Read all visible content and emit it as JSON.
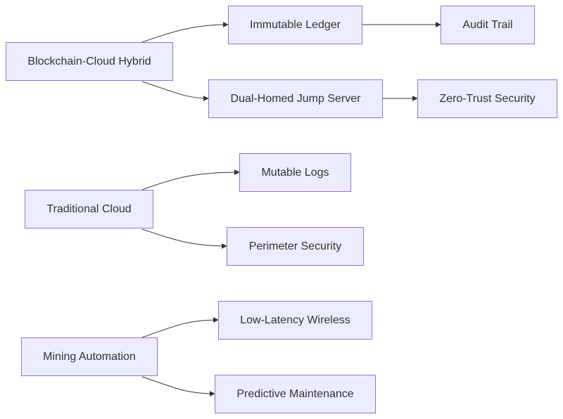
{
  "diagram": {
    "type": "flowchart",
    "direction": "left-to-right",
    "colors": {
      "node_fill": "#ececff",
      "node_border": "#9370db",
      "text": "#333333",
      "edge": "#333333"
    },
    "nodes": {
      "blockchain_cloud_hybrid": "Blockchain-Cloud Hybrid",
      "immutable_ledger": "Immutable Ledger",
      "audit_trail": "Audit Trail",
      "dual_homed_jump_server": "Dual-Homed Jump Server",
      "zero_trust_security": "Zero-Trust Security",
      "traditional_cloud": "Traditional Cloud",
      "mutable_logs": "Mutable Logs",
      "perimeter_security": "Perimeter Security",
      "mining_automation": "Mining Automation",
      "low_latency_wireless": "Low-Latency Wireless",
      "predictive_maintenance": "Predictive Maintenance"
    },
    "edges": [
      {
        "from": "blockchain_cloud_hybrid",
        "to": "immutable_ledger"
      },
      {
        "from": "blockchain_cloud_hybrid",
        "to": "dual_homed_jump_server"
      },
      {
        "from": "immutable_ledger",
        "to": "audit_trail"
      },
      {
        "from": "dual_homed_jump_server",
        "to": "zero_trust_security"
      },
      {
        "from": "traditional_cloud",
        "to": "mutable_logs"
      },
      {
        "from": "traditional_cloud",
        "to": "perimeter_security"
      },
      {
        "from": "mining_automation",
        "to": "low_latency_wireless"
      },
      {
        "from": "mining_automation",
        "to": "predictive_maintenance"
      }
    ]
  }
}
